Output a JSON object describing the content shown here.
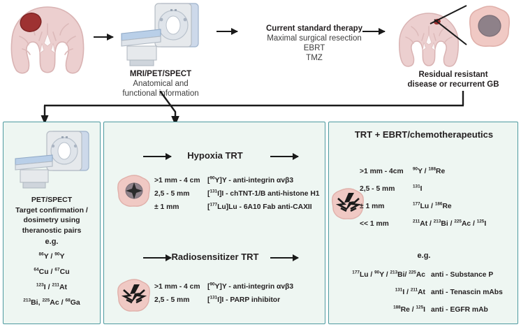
{
  "top_flow": {
    "brain_start": {
      "icon": "coronal-brain-with-tumor"
    },
    "scanner": {
      "icon": "ct-mri-scanner",
      "title": "MRI/PET/SPECT",
      "line1": "Anatomical and",
      "line2": "functional information"
    },
    "therapy": {
      "title": "Current standard therapy",
      "lines": [
        "Maximal surgical resection",
        "EBRT",
        "TMZ"
      ]
    },
    "residual": {
      "brain_icon": "coronal-brain-residual-tumor",
      "cell_icon": "tumor-cell-magnified",
      "line1": "Residual resistant",
      "line2": "disease or recurrent GB"
    }
  },
  "panel_left": {
    "scanner_icon": "ct-mri-scanner",
    "heading": [
      "PET/SPECT",
      "Target confirmation /",
      "dosimetry using",
      "theranostic pairs"
    ],
    "eg_label": "e.g.",
    "pairs": [
      [
        {
          "m": "86",
          "e": "Y"
        },
        {
          "sep": " / "
        },
        {
          "m": "90",
          "e": "Y"
        }
      ],
      [
        {
          "m": "64",
          "e": "Cu"
        },
        {
          "sep": " / "
        },
        {
          "m": "67",
          "e": "Cu"
        }
      ],
      [
        {
          "m": "123",
          "e": "I"
        },
        {
          "sep": " / "
        },
        {
          "m": "211",
          "e": "At"
        }
      ],
      [
        {
          "m": "213",
          "e": "Bi,"
        },
        {
          "sep": " "
        },
        {
          "m": "225",
          "e": "Ac"
        },
        {
          "sep": " / "
        },
        {
          "m": "68",
          "e": "Ga"
        }
      ]
    ]
  },
  "panel_mid": {
    "hypoxia": {
      "title": "Hypoxia TRT",
      "cell_icon": "hypoxic-tumor-cell",
      "rows": [
        {
          "size": ">1 mm - 4 cm",
          "agent_pre": "[",
          "agent_m": "90",
          "agent_el": "Y]Y -  anti-integrin αvβ3"
        },
        {
          "size": "2,5 - 5 mm",
          "agent_pre": "[",
          "agent_m": "131",
          "agent_el": "I]I - chTNT-1/B anti-histone H1"
        },
        {
          "size": "± 1 mm",
          "agent_pre": "[",
          "agent_m": "177",
          "agent_el": "Lu]Lu - 6A10 Fab anti-CAXII"
        }
      ]
    },
    "radiosensitizer": {
      "title": "Radiosensitizer TRT",
      "cell_icon": "irradiated-tumor-cell",
      "rows": [
        {
          "size": ">1 mm - 4 cm",
          "agent_pre": "[",
          "agent_m": "90",
          "agent_el": "Y]Y -  anti-integrin αvβ3"
        },
        {
          "size": "2,5 - 5 mm",
          "agent_pre": "[",
          "agent_m": "131",
          "agent_el": "I]I - PARP inhibitor"
        }
      ]
    }
  },
  "panel_right": {
    "title": "TRT + EBRT/chemotherapeutics",
    "cell_icon": "irradiated-tumor-cell",
    "rows": [
      {
        "size": ">1 mm - 4cm",
        "isotopes": [
          {
            "m": "90",
            "e": "Y"
          },
          {
            "sep": " / "
          },
          {
            "m": "188",
            "e": "Re"
          }
        ]
      },
      {
        "size": "2,5 - 5 mm",
        "isotopes": [
          {
            "m": "131",
            "e": "I"
          }
        ]
      },
      {
        "size": "± 1 mm",
        "isotopes": [
          {
            "m": "177",
            "e": "Lu"
          },
          {
            "sep": " / "
          },
          {
            "m": "186",
            "e": "Re"
          }
        ]
      },
      {
        "size": "<< 1 mm",
        "isotopes": [
          {
            "m": "211",
            "e": "At"
          },
          {
            "sep": " / "
          },
          {
            "m": "213",
            "e": "Bi"
          },
          {
            "sep": " / "
          },
          {
            "m": "225",
            "e": "Ac"
          },
          {
            "sep": " / "
          },
          {
            "m": "125",
            "e": "I"
          }
        ]
      }
    ],
    "eg_label": "e.g.",
    "examples": [
      {
        "isotopes": [
          {
            "m": "177",
            "e": "Lu"
          },
          {
            "sep": " / "
          },
          {
            "m": "90",
            "e": "Y"
          },
          {
            "sep": " / "
          },
          {
            "m": "213",
            "e": "Bi/"
          },
          {
            "sep": " "
          },
          {
            "m": "225",
            "e": "Ac"
          }
        ],
        "target": "anti - Substance P"
      },
      {
        "isotopes": [
          {
            "m": "131",
            "e": "I"
          },
          {
            "sep": " / "
          },
          {
            "m": "211",
            "e": "At"
          }
        ],
        "target": "anti - Tenascin mAbs"
      },
      {
        "isotopes": [
          {
            "m": "188",
            "e": "Re"
          },
          {
            "sep": " / "
          },
          {
            "m": "125",
            "e": "I"
          }
        ],
        "target": "anti - EGFR mAb"
      }
    ]
  },
  "colors": {
    "panel_border": "#4d9aa0",
    "panel_bg": "#eef6f2",
    "brain_pink": "#eccfcf",
    "tumor_red": "#9e3232",
    "cell_pink": "#f0c9c4",
    "nucleus_gray": "#8e8189",
    "scanner_blue": "#b9cfe8",
    "arrow_black": "#1a1a1a"
  }
}
